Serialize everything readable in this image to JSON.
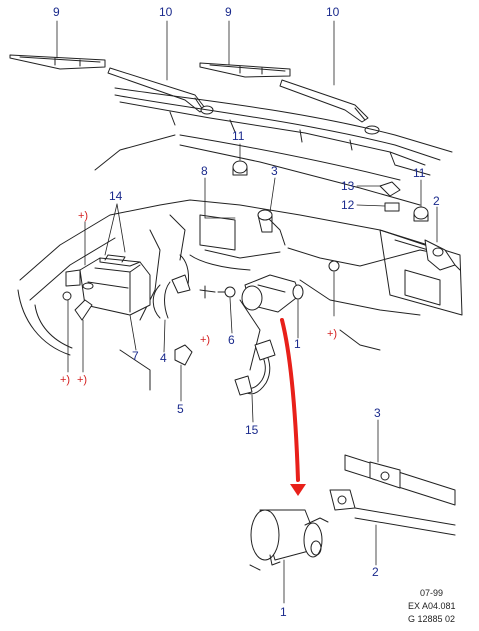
{
  "callouts": {
    "c9a": "9",
    "c10a": "10",
    "c9b": "9",
    "c10b": "10",
    "c11a": "11",
    "c8": "8",
    "c3a": "3",
    "c13": "13",
    "c11b": "11",
    "c12": "12",
    "c2a": "2",
    "c14": "14",
    "c7": "7",
    "c4": "4",
    "c6": "6",
    "c1a": "1",
    "c5": "5",
    "c15": "15",
    "c3b": "3",
    "c2b": "2",
    "c1b": "1"
  },
  "red_callouts": {
    "r1": "+)",
    "r2": "+)",
    "r3": "+)",
    "r4": "+)",
    "r5": "+)"
  },
  "footer": {
    "date": "07-99",
    "ref1": "EX A04.081",
    "ref2": "G 12885 02"
  },
  "colors": {
    "line": "#222222",
    "callout_blue": "#1a2a8c",
    "callout_red": "#d42020",
    "arrow": "#e8201a"
  }
}
